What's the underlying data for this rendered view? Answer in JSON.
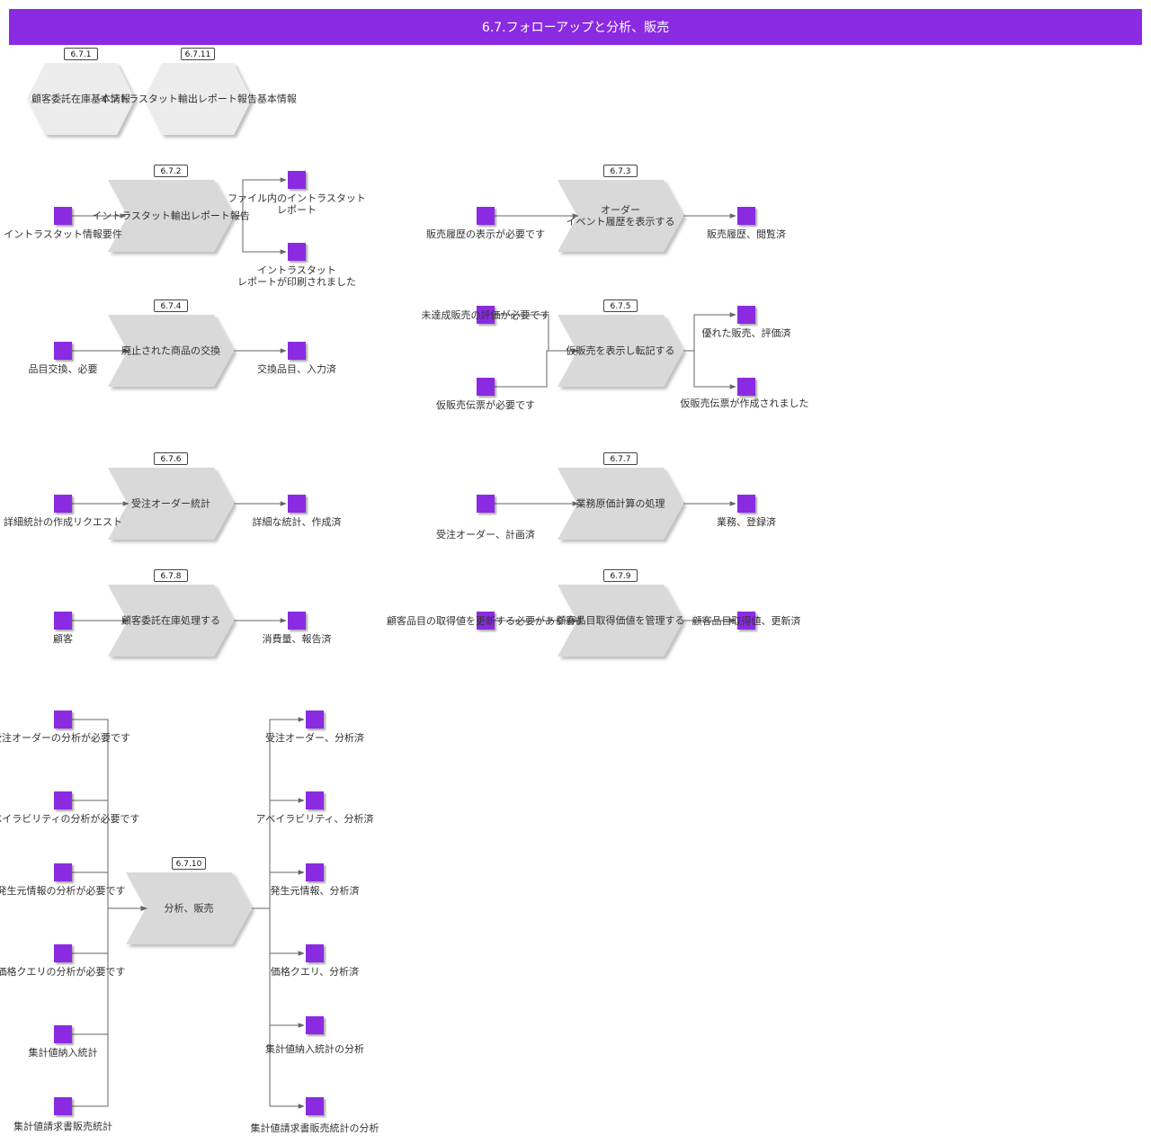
{
  "title": "6.7.フォローアップと分析、販売",
  "colors": {
    "accent": "#8a2be2",
    "process_fill": "#d9d9da",
    "process_fill_light": "#ececec",
    "line": "#666666"
  },
  "processes": [
    {
      "id": "6.7.1",
      "label": "顧客委託在庫基本情報"
    },
    {
      "id": "6.7.11",
      "label": "イントラスタット輸出レポート報告基本情報"
    },
    {
      "id": "6.7.2",
      "label": "イントラスタット輸出レポート報告"
    },
    {
      "id": "6.7.3",
      "label": "オーダー\nイベント履歴を表示する"
    },
    {
      "id": "6.7.4",
      "label": "廃止された商品の交換"
    },
    {
      "id": "6.7.5",
      "label": "仮販売を表示し転記する"
    },
    {
      "id": "6.7.6",
      "label": "受注オーダー統計"
    },
    {
      "id": "6.7.7",
      "label": "業務原価計算の処理"
    },
    {
      "id": "6.7.8",
      "label": "顧客委託在庫処理する"
    },
    {
      "id": "6.7.9",
      "label": "顧客品目取得価値を管理する"
    },
    {
      "id": "6.7.10",
      "label": "分析、販売"
    }
  ],
  "events": [
    "イントラスタット情報要件",
    "ファイル内のイントラスタット\nレポート",
    "イントラスタット\nレポートが印刷されました",
    "販売履歴の表示が必要です",
    "販売履歴、閲覧済",
    "品目交換、必要",
    "交換品目、入力済",
    "未達成販売の評価が必要です",
    "仮販売伝票が必要です",
    "優れた販売、評価済",
    "仮販売伝票が作成されました",
    "詳細統計の作成リクエスト",
    "詳細な統計、作成済",
    "受注オーダー、計画済",
    "業務、登録済",
    "顧客",
    "消費量、報告済",
    "顧客品目の取得値を更新する必要があります",
    "顧客品目取得値、更新済",
    "受注オーダーの分析が必要です",
    "アベイラビリティの分析が必要です",
    "発生元情報の分析が必要です",
    "価格クエリの分析が必要です",
    "集計値納入統計",
    "集計値請求書販売統計",
    "受注オーダー、分析済",
    "アベイラビリティ、分析済",
    "発生元情報、分析済",
    "価格クエリ、分析済",
    "集計値納入統計の分析",
    "集計値請求書販売統計の分析"
  ]
}
